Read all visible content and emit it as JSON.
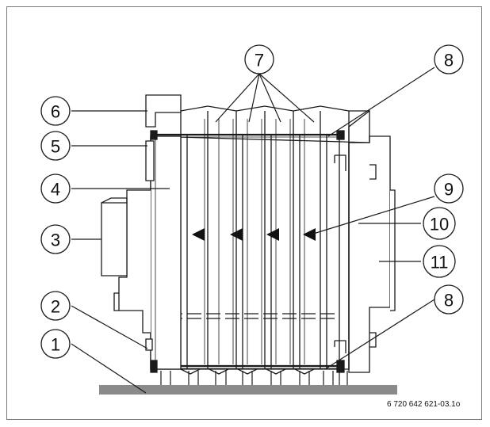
{
  "figure": {
    "code": "6 720 642 621-03.1o"
  },
  "callouts": [
    {
      "id": "c1",
      "label": "1"
    },
    {
      "id": "c2",
      "label": "2"
    },
    {
      "id": "c3",
      "label": "3"
    },
    {
      "id": "c4",
      "label": "4"
    },
    {
      "id": "c5",
      "label": "5"
    },
    {
      "id": "c6",
      "label": "6"
    },
    {
      "id": "c7",
      "label": "7"
    },
    {
      "id": "c8a",
      "label": "8"
    },
    {
      "id": "c8b",
      "label": "8"
    },
    {
      "id": "c9",
      "label": "9"
    },
    {
      "id": "c10",
      "label": "10"
    },
    {
      "id": "c11",
      "label": "11"
    }
  ],
  "colors": {
    "line": "#1a1a1a",
    "floor": "#8a8a8a",
    "background": "#ffffff",
    "frame": "#7a7a7a"
  }
}
